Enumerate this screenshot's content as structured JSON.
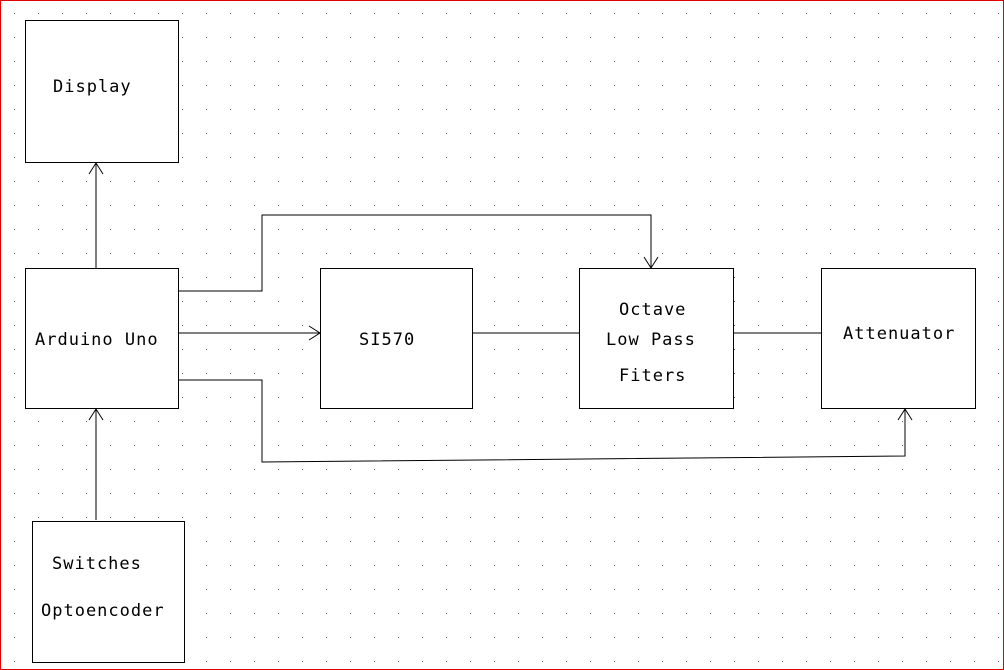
{
  "colors": {
    "background": "#ffffff",
    "grid_dot": "#606060",
    "line": "#000000",
    "frame": "#e00000"
  },
  "blocks": {
    "display": {
      "label": "Display"
    },
    "arduino": {
      "label": "Arduino Uno"
    },
    "si570": {
      "label": "SI570"
    },
    "filters": {
      "line1": "Octave",
      "line2": "Low Pass",
      "line3": "Fiters"
    },
    "attenuator": {
      "label": "Attenuator"
    },
    "inputs": {
      "line1": "Switches",
      "line2": "Optoencoder"
    }
  },
  "connections": [
    {
      "from": "arduino",
      "to": "display",
      "arrow": true
    },
    {
      "from": "inputs",
      "to": "arduino",
      "arrow": true
    },
    {
      "from": "arduino",
      "to": "si570",
      "arrow": true
    },
    {
      "from": "si570",
      "to": "filters",
      "arrow": false
    },
    {
      "from": "filters",
      "to": "attenuator",
      "arrow": false
    },
    {
      "from": "arduino",
      "to": "filters",
      "arrow": true
    },
    {
      "from": "arduino",
      "to": "attenuator",
      "arrow": true
    }
  ]
}
